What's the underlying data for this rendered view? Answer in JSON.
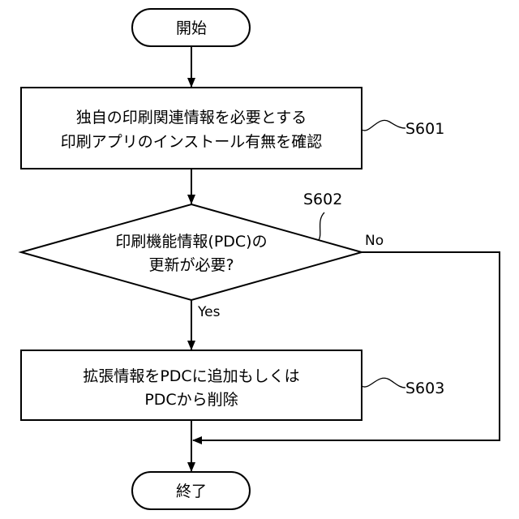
{
  "flow": {
    "start": {
      "label": "開始"
    },
    "step1": {
      "lines": [
        "独自の印刷関連情報を必要とする",
        "印刷アプリのインストール有無を確認"
      ],
      "id": "S601"
    },
    "decision": {
      "lines": [
        "印刷機能情報(PDC)の",
        "更新が必要?"
      ],
      "id": "S602",
      "yes_label": "Yes",
      "no_label": "No"
    },
    "step3": {
      "lines": [
        "拡張情報をPDCに追加もしくは",
        "PDCから削除"
      ],
      "id": "S603"
    },
    "end": {
      "label": "終了"
    }
  }
}
